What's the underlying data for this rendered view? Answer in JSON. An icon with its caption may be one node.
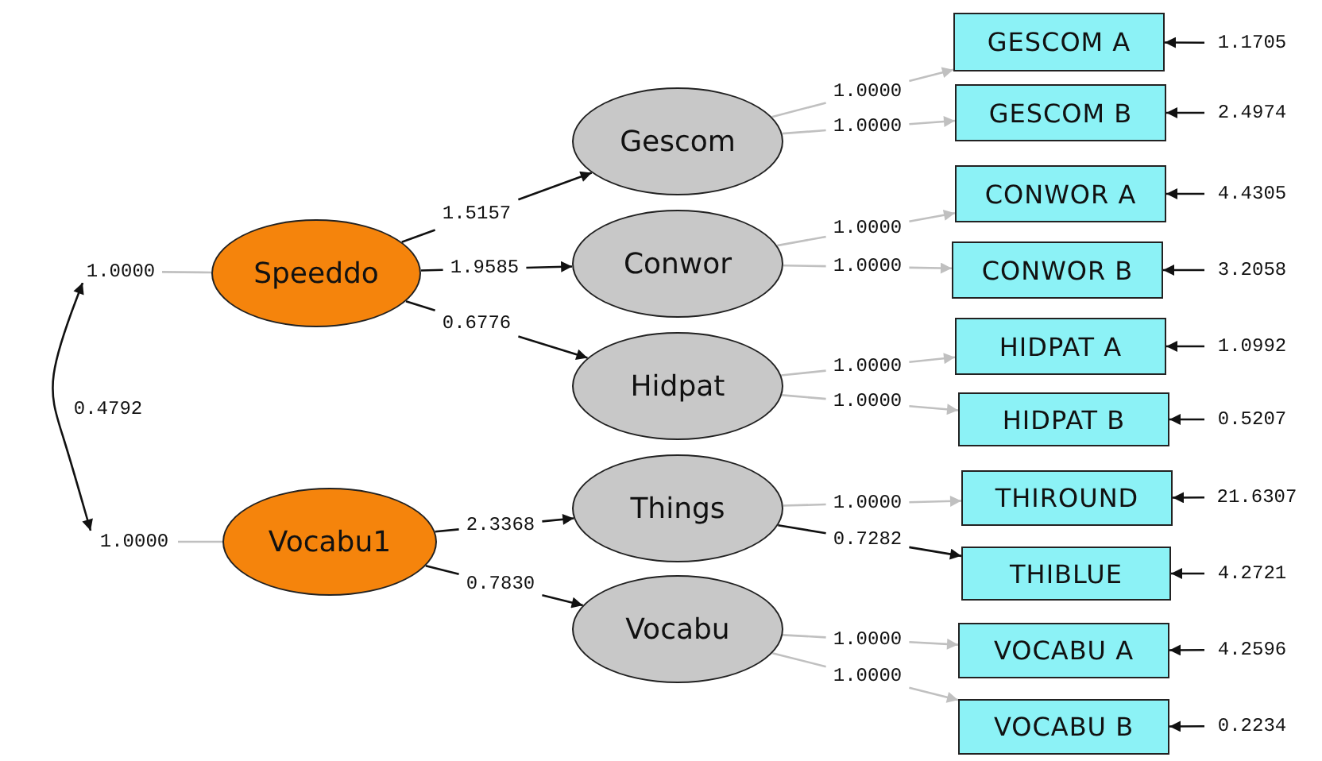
{
  "diagram": {
    "nodes": [
      {
        "text": [
          "1.0000"
        ]
      },
      {
        "text": [
          "1.0000"
        ]
      },
      {
        "text": [
          "Speeddo"
        ]
      },
      {
        "text": [
          "Vocabu1"
        ]
      },
      {
        "text": [
          "Gescom"
        ]
      },
      {
        "text": [
          "Conwor"
        ]
      },
      {
        "text": [
          "Hidpat"
        ]
      },
      {
        "text": [
          "Things"
        ]
      },
      {
        "text": [
          "Vocabu"
        ]
      },
      {
        "text": [
          "GESCOM A"
        ]
      },
      {
        "text": [
          "GESCOM B"
        ]
      },
      {
        "text": [
          "CONWOR A"
        ]
      },
      {
        "text": [
          "CONWOR B"
        ]
      },
      {
        "text": [
          "HIDPAT A"
        ]
      },
      {
        "text": [
          "HIDPAT B"
        ]
      },
      {
        "text": [
          "THIROUND"
        ]
      },
      {
        "text": [
          "THIBLUE"
        ]
      },
      {
        "text": [
          "VOCABU A"
        ]
      },
      {
        "text": [
          "VOCABU B"
        ]
      },
      {
        "text": [
          "1.1705"
        ]
      },
      {
        "text": [
          "2.4974"
        ]
      },
      {
        "text": [
          "4.4305"
        ]
      },
      {
        "text": [
          "3.2058"
        ]
      },
      {
        "text": [
          "1.0992"
        ]
      },
      {
        "text": [
          "0.5207"
        ]
      },
      {
        "text": [
          "21.6307"
        ]
      },
      {
        "text": [
          "4.2721"
        ]
      },
      {
        "text": [
          "4.2596"
        ]
      },
      {
        "text": [
          "0.2234"
        ]
      }
    ],
    "edges": [
      {
        "from": 0,
        "to": 2,
        "arrow": "none",
        "color": "#c0c0c0"
      },
      {
        "from": 1,
        "to": 3,
        "arrow": "none",
        "color": "#c0c0c0"
      },
      {
        "from": 0,
        "to": 1,
        "arrow": "both",
        "label": "0.4792"
      },
      {
        "from": 2,
        "to": 4,
        "arrow": "to",
        "label": "1.5157"
      },
      {
        "from": 2,
        "to": 5,
        "arrow": "to",
        "label": "1.9585"
      },
      {
        "from": 2,
        "to": 6,
        "arrow": "to",
        "label": "0.6776"
      },
      {
        "from": 3,
        "to": 7,
        "arrow": "to",
        "label": "2.3368"
      },
      {
        "from": 3,
        "to": 8,
        "arrow": "to",
        "label": "0.7830"
      },
      {
        "from": 4,
        "to": 9,
        "arrow": "to",
        "label": "1.0000",
        "color": "#c0c0c0"
      },
      {
        "from": 4,
        "to": 10,
        "arrow": "to",
        "label": "1.0000",
        "color": "#c0c0c0"
      },
      {
        "from": 5,
        "to": 11,
        "arrow": "to",
        "label": "1.0000",
        "color": "#c0c0c0"
      },
      {
        "from": 5,
        "to": 12,
        "arrow": "to",
        "label": "1.0000",
        "color": "#c0c0c0"
      },
      {
        "from": 6,
        "to": 13,
        "arrow": "to",
        "label": "1.0000",
        "color": "#c0c0c0"
      },
      {
        "from": 6,
        "to": 14,
        "arrow": "to",
        "label": "1.0000",
        "color": "#c0c0c0"
      },
      {
        "from": 7,
        "to": 15,
        "arrow": "to",
        "label": "1.0000",
        "color": "#c0c0c0"
      },
      {
        "from": 7,
        "to": 16,
        "arrow": "to",
        "label": "0.7282"
      },
      {
        "from": 8,
        "to": 17,
        "arrow": "to",
        "label": "1.0000",
        "color": "#c0c0c0"
      },
      {
        "from": 8,
        "to": 18,
        "arrow": "to",
        "label": "1.0000",
        "color": "#c0c0c0"
      },
      {
        "from": 19,
        "to": 9,
        "arrow": "to"
      },
      {
        "from": 20,
        "to": 10,
        "arrow": "to"
      },
      {
        "from": 21,
        "to": 11,
        "arrow": "to"
      },
      {
        "from": 22,
        "to": 12,
        "arrow": "to"
      },
      {
        "from": 23,
        "to": 13,
        "arrow": "to"
      },
      {
        "from": 24,
        "to": 14,
        "arrow": "to"
      },
      {
        "from": 25,
        "to": 15,
        "arrow": "to"
      },
      {
        "from": 26,
        "to": 16,
        "arrow": "to"
      },
      {
        "from": 27,
        "to": 17,
        "arrow": "to"
      },
      {
        "from": 28,
        "to": 18,
        "arrow": "to"
      }
    ]
  }
}
